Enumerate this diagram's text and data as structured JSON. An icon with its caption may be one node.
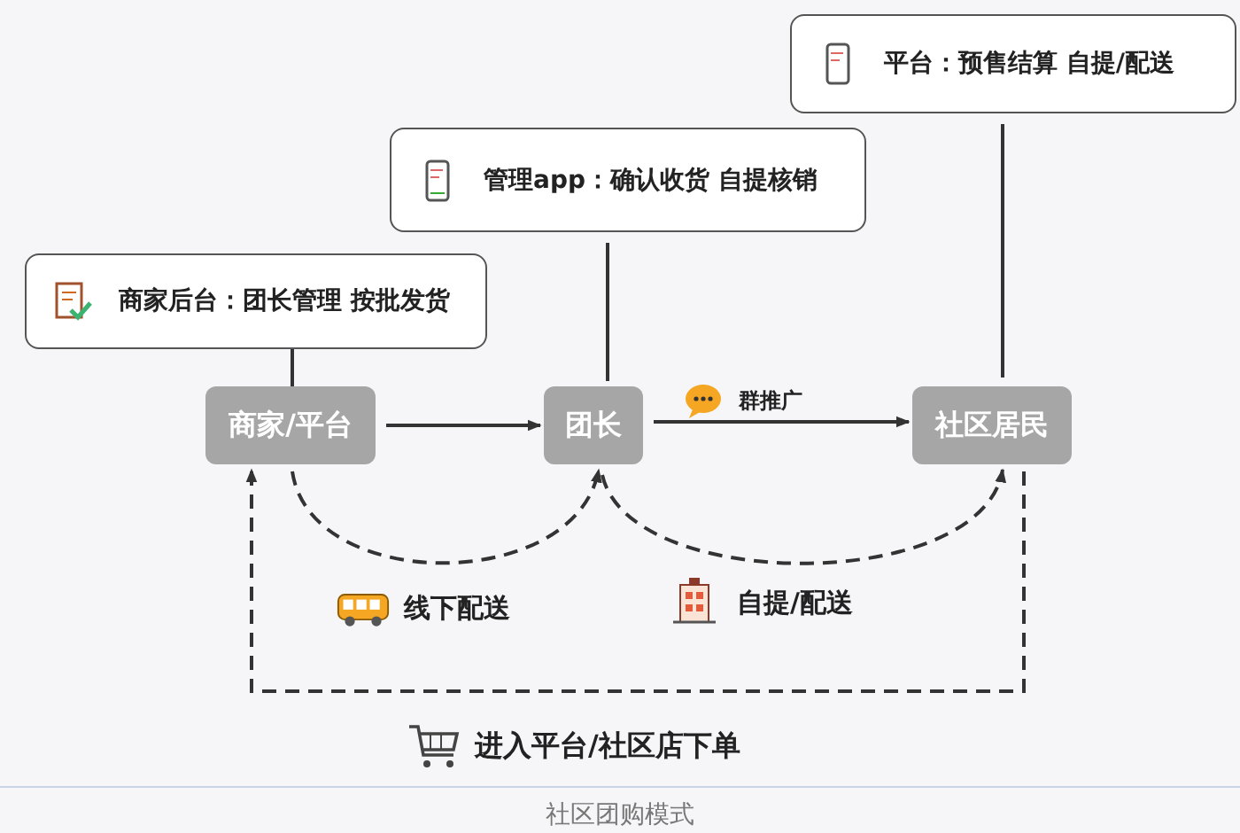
{
  "diagram": {
    "caption": "社区团购模式",
    "nodes": [
      {
        "text": [
          "商家后台：团长管理 按批发货"
        ]
      },
      {
        "text": [
          "管理app：确认收货 自提核销"
        ]
      },
      {
        "text": [
          "平台：预售结算 自提/配送"
        ]
      },
      {
        "text": [
          "商家/平台"
        ]
      },
      {
        "text": [
          "团长"
        ]
      },
      {
        "text": [
          "社区居民"
        ]
      }
    ],
    "edges": [
      {
        "from": 0,
        "to": 3,
        "arrow": "none"
      },
      {
        "from": 1,
        "to": 4,
        "arrow": "none"
      },
      {
        "from": 2,
        "to": 5,
        "arrow": "none"
      },
      {
        "from": 3,
        "to": 4,
        "arrow": "to"
      },
      {
        "from": 4,
        "to": 5,
        "arrow": "to",
        "label": "群推广"
      },
      {
        "from": 3,
        "to": 4,
        "arrow": "to",
        "style": "dashed",
        "label": "线下配送"
      },
      {
        "from": 4,
        "to": 5,
        "arrow": "to",
        "style": "dashed",
        "label": "自提/配送"
      },
      {
        "from": 5,
        "to": 3,
        "arrow": "to",
        "style": "dashed",
        "label": "进入平台/社区店下单"
      }
    ]
  }
}
